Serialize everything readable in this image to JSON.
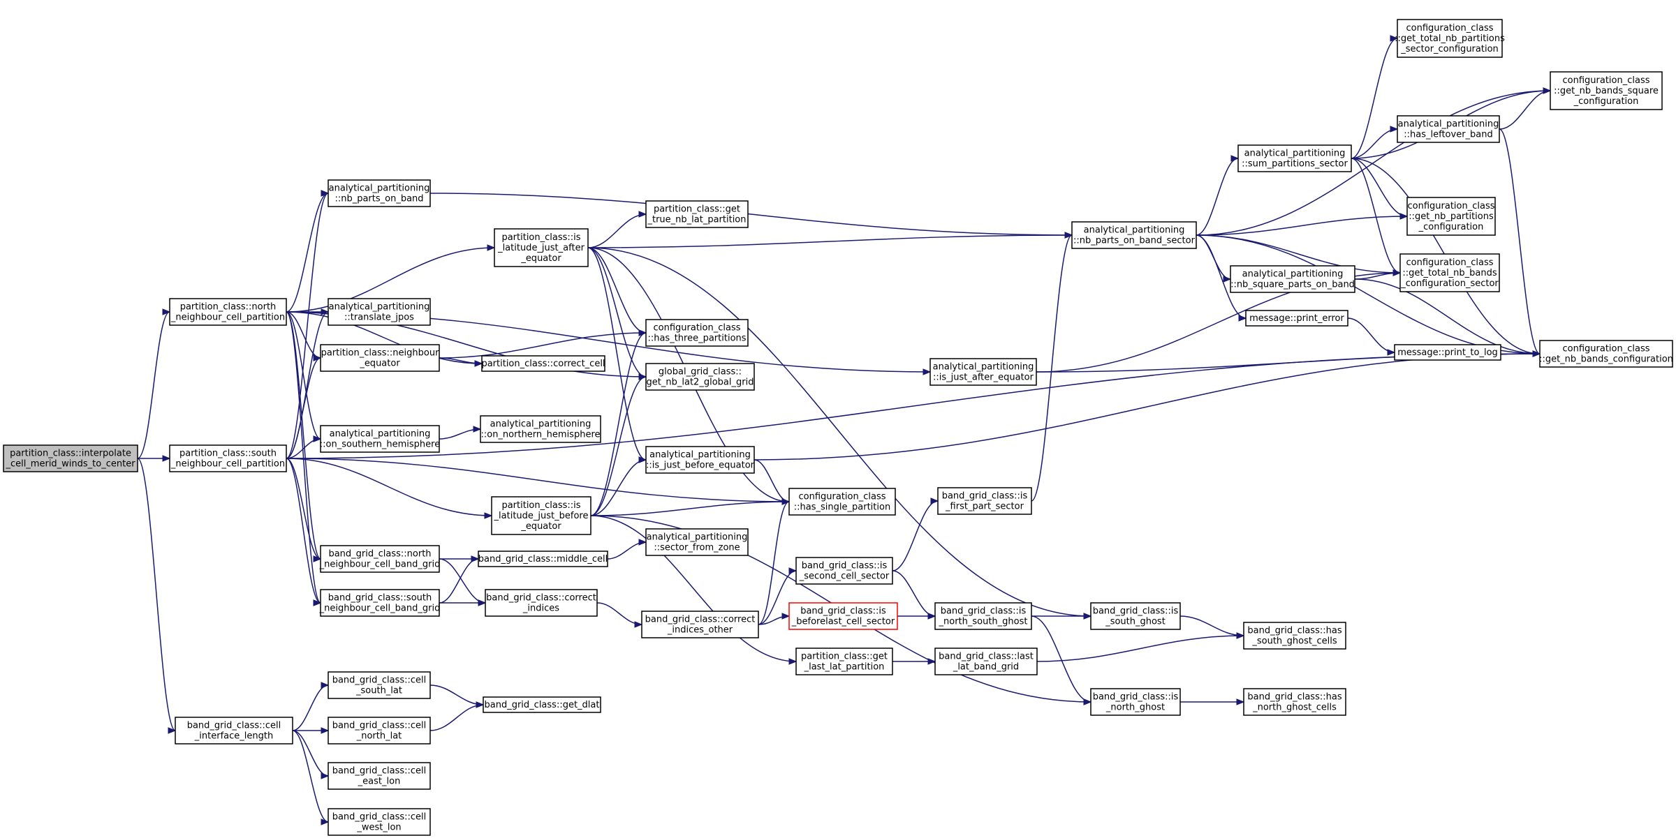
{
  "nodes": [
    {
      "id": "interp",
      "lines": [
        "partition_class::interpolate",
        "_cell_merid_winds_to_center"
      ],
      "root": true
    },
    {
      "id": "north_part",
      "lines": [
        "partition_class::north",
        "_neighbour_cell_partition"
      ]
    },
    {
      "id": "south_part",
      "lines": [
        "partition_class::south",
        "_neighbour_cell_partition"
      ]
    },
    {
      "id": "cell_if",
      "lines": [
        "band_grid_class::cell",
        "_interface_length"
      ]
    },
    {
      "id": "nb_parts_band",
      "lines": [
        "analytical_partitioning",
        "::nb_parts_on_band"
      ]
    },
    {
      "id": "translate_jpos",
      "lines": [
        "analytical_partitioning",
        "::translate_jpos"
      ]
    },
    {
      "id": "neigh_eq",
      "lines": [
        "partition_class::neighbour",
        "_equator"
      ]
    },
    {
      "id": "correct_cell",
      "lines": [
        "partition_class::correct_cell"
      ]
    },
    {
      "id": "on_south",
      "lines": [
        "analytical_partitioning",
        "::on_southern_hemisphere"
      ]
    },
    {
      "id": "on_north",
      "lines": [
        "analytical_partitioning",
        "::on_northern_hemisphere"
      ]
    },
    {
      "id": "lat_after",
      "lines": [
        "partition_class::is",
        "_latitude_just_after",
        "_equator"
      ]
    },
    {
      "id": "true_nb_lat",
      "lines": [
        "partition_class::get",
        "_true_nb_lat_partition"
      ]
    },
    {
      "id": "three_parts",
      "lines": [
        "configuration_class",
        "::has_three_partitions"
      ]
    },
    {
      "id": "nb_lat2",
      "lines": [
        "global_grid_class::",
        "get_nb_lat2_global_grid"
      ]
    },
    {
      "id": "before_eq",
      "lines": [
        "analytical_partitioning",
        "::is_just_before_equator"
      ]
    },
    {
      "id": "lat_before",
      "lines": [
        "partition_class::is",
        "_latitude_just_before",
        "_equator"
      ]
    },
    {
      "id": "single_part",
      "lines": [
        "configuration_class",
        "::has_single_partition"
      ]
    },
    {
      "id": "sector_zone",
      "lines": [
        "analytical_partitioning",
        "::sector_from_zone"
      ]
    },
    {
      "id": "north_band",
      "lines": [
        "band_grid_class::north",
        "_neighbour_cell_band_grid"
      ]
    },
    {
      "id": "south_band",
      "lines": [
        "band_grid_class::south",
        "_neighbour_cell_band_grid"
      ]
    },
    {
      "id": "middle_cell",
      "lines": [
        "band_grid_class::middle_cell"
      ]
    },
    {
      "id": "correct_indices",
      "lines": [
        "band_grid_class::correct",
        "_indices"
      ]
    },
    {
      "id": "correct_other",
      "lines": [
        "band_grid_class::correct",
        "_indices_other"
      ]
    },
    {
      "id": "second_cell",
      "lines": [
        "band_grid_class::is",
        "_second_cell_sector"
      ]
    },
    {
      "id": "beforelast",
      "lines": [
        "band_grid_class::is",
        "_beforelast_cell_sector"
      ],
      "highlight": true
    },
    {
      "id": "last_lat",
      "lines": [
        "partition_class::get",
        "_last_lat_partition"
      ]
    },
    {
      "id": "first_part",
      "lines": [
        "band_grid_class::is",
        "_first_part_sector"
      ]
    },
    {
      "id": "ns_ghost",
      "lines": [
        "band_grid_class::is",
        "_north_south_ghost"
      ]
    },
    {
      "id": "last_lat_band",
      "lines": [
        "band_grid_class::last",
        "_lat_band_grid"
      ]
    },
    {
      "id": "south_ghost",
      "lines": [
        "band_grid_class::is",
        "_south_ghost"
      ]
    },
    {
      "id": "north_ghost",
      "lines": [
        "band_grid_class::is",
        "_north_ghost"
      ]
    },
    {
      "id": "has_south",
      "lines": [
        "band_grid_class::has",
        "_south_ghost_cells"
      ]
    },
    {
      "id": "has_north",
      "lines": [
        "band_grid_class::has",
        "_north_ghost_cells"
      ]
    },
    {
      "id": "south_lat",
      "lines": [
        "band_grid_class::cell",
        "_south_lat"
      ]
    },
    {
      "id": "north_lat",
      "lines": [
        "band_grid_class::cell",
        "_north_lat"
      ]
    },
    {
      "id": "east_lon",
      "lines": [
        "band_grid_class::cell",
        "_east_lon"
      ]
    },
    {
      "id": "west_lon",
      "lines": [
        "band_grid_class::cell",
        "_west_lon"
      ]
    },
    {
      "id": "get_dlat",
      "lines": [
        "band_grid_class::get_dlat"
      ]
    },
    {
      "id": "after_eq",
      "lines": [
        "analytical_partitioning",
        "::is_just_after_equator"
      ]
    },
    {
      "id": "nb_parts_sector",
      "lines": [
        "analytical_partitioning",
        "::nb_parts_on_band_sector"
      ]
    },
    {
      "id": "sum_parts",
      "lines": [
        "analytical_partitioning",
        "::sum_partitions_sector"
      ]
    },
    {
      "id": "nb_square",
      "lines": [
        "analytical_partitioning",
        "::nb_square_parts_on_band"
      ]
    },
    {
      "id": "print_error",
      "lines": [
        "message::print_error"
      ]
    },
    {
      "id": "print_log",
      "lines": [
        "message::print_to_log"
      ]
    },
    {
      "id": "total_parts_sector",
      "lines": [
        "configuration_class",
        "::get_total_nb_partitions",
        "_sector_configuration"
      ]
    },
    {
      "id": "leftover",
      "lines": [
        "analytical_partitioning",
        "::has_leftover_band"
      ]
    },
    {
      "id": "get_nb_parts",
      "lines": [
        "configuration_class",
        "::get_nb_partitions",
        "_configuration"
      ]
    },
    {
      "id": "total_bands_sector",
      "lines": [
        "configuration_class",
        "::get_total_nb_bands",
        "_configuration_sector"
      ]
    },
    {
      "id": "bands_square",
      "lines": [
        "configuration_class",
        "::get_nb_bands_square",
        "_configuration"
      ]
    },
    {
      "id": "bands_conf",
      "lines": [
        "configuration_class",
        "::get_nb_bands_configuration"
      ]
    }
  ],
  "edges": [
    [
      "interp",
      "north_part"
    ],
    [
      "interp",
      "south_part"
    ],
    [
      "interp",
      "cell_if"
    ],
    [
      "north_part",
      "nb_parts_band"
    ],
    [
      "north_part",
      "translate_jpos"
    ],
    [
      "north_part",
      "neigh_eq"
    ],
    [
      "north_part",
      "correct_cell"
    ],
    [
      "north_part",
      "on_south"
    ],
    [
      "north_part",
      "lat_after"
    ],
    [
      "north_part",
      "nb_lat2"
    ],
    [
      "north_part",
      "north_band"
    ],
    [
      "north_part",
      "south_band"
    ],
    [
      "north_part",
      "after_eq"
    ],
    [
      "south_part",
      "nb_parts_band"
    ],
    [
      "south_part",
      "translate_jpos"
    ],
    [
      "south_part",
      "neigh_eq"
    ],
    [
      "south_part",
      "on_south"
    ],
    [
      "south_part",
      "lat_before"
    ],
    [
      "south_part",
      "north_band"
    ],
    [
      "south_part",
      "south_band"
    ],
    [
      "south_part",
      "single_part"
    ],
    [
      "south_part",
      "bands_conf"
    ],
    [
      "neigh_eq",
      "correct_cell"
    ],
    [
      "neigh_eq",
      "three_parts"
    ],
    [
      "on_south",
      "on_north"
    ],
    [
      "lat_after",
      "true_nb_lat"
    ],
    [
      "lat_after",
      "three_parts"
    ],
    [
      "lat_after",
      "nb_lat2"
    ],
    [
      "lat_after",
      "before_eq"
    ],
    [
      "lat_after",
      "single_part"
    ],
    [
      "lat_after",
      "south_ghost"
    ],
    [
      "lat_after",
      "nb_parts_sector"
    ],
    [
      "lat_before",
      "three_parts"
    ],
    [
      "lat_before",
      "nb_lat2"
    ],
    [
      "lat_before",
      "before_eq"
    ],
    [
      "lat_before",
      "single_part"
    ],
    [
      "lat_before",
      "last_lat"
    ],
    [
      "lat_before",
      "north_ghost"
    ],
    [
      "before_eq",
      "single_part"
    ],
    [
      "before_eq",
      "bands_conf"
    ],
    [
      "north_band",
      "middle_cell"
    ],
    [
      "north_band",
      "correct_indices"
    ],
    [
      "south_band",
      "middle_cell"
    ],
    [
      "south_band",
      "correct_indices"
    ],
    [
      "middle_cell",
      "sector_zone"
    ],
    [
      "correct_indices",
      "correct_other"
    ],
    [
      "correct_other",
      "second_cell"
    ],
    [
      "correct_other",
      "beforelast"
    ],
    [
      "correct_other",
      "single_part"
    ],
    [
      "second_cell",
      "first_part"
    ],
    [
      "second_cell",
      "ns_ghost"
    ],
    [
      "beforelast",
      "ns_ghost"
    ],
    [
      "last_lat",
      "last_lat_band"
    ],
    [
      "first_part",
      "nb_parts_sector"
    ],
    [
      "ns_ghost",
      "south_ghost"
    ],
    [
      "ns_ghost",
      "north_ghost"
    ],
    [
      "last_lat_band",
      "has_south"
    ],
    [
      "south_ghost",
      "has_south"
    ],
    [
      "north_ghost",
      "has_north"
    ],
    [
      "cell_if",
      "south_lat"
    ],
    [
      "cell_if",
      "north_lat"
    ],
    [
      "cell_if",
      "east_lon"
    ],
    [
      "cell_if",
      "west_lon"
    ],
    [
      "south_lat",
      "get_dlat"
    ],
    [
      "north_lat",
      "get_dlat"
    ],
    [
      "nb_parts_band",
      "nb_parts_sector"
    ],
    [
      "after_eq",
      "total_bands_sector"
    ],
    [
      "after_eq",
      "bands_conf"
    ],
    [
      "nb_parts_sector",
      "sum_parts"
    ],
    [
      "nb_parts_sector",
      "get_nb_parts"
    ],
    [
      "nb_parts_sector",
      "total_bands_sector"
    ],
    [
      "nb_parts_sector",
      "nb_square"
    ],
    [
      "nb_parts_sector",
      "print_error"
    ],
    [
      "nb_parts_sector",
      "bands_square"
    ],
    [
      "nb_parts_sector",
      "bands_conf"
    ],
    [
      "sum_parts",
      "total_parts_sector"
    ],
    [
      "sum_parts",
      "bands_square"
    ],
    [
      "sum_parts",
      "leftover"
    ],
    [
      "sum_parts",
      "get_nb_parts"
    ],
    [
      "sum_parts",
      "total_bands_sector"
    ],
    [
      "sum_parts",
      "bands_conf"
    ],
    [
      "leftover",
      "bands_square"
    ],
    [
      "leftover",
      "bands_conf"
    ],
    [
      "nb_square",
      "total_bands_sector"
    ],
    [
      "nb_square",
      "bands_conf"
    ],
    [
      "print_error",
      "print_log"
    ]
  ]
}
